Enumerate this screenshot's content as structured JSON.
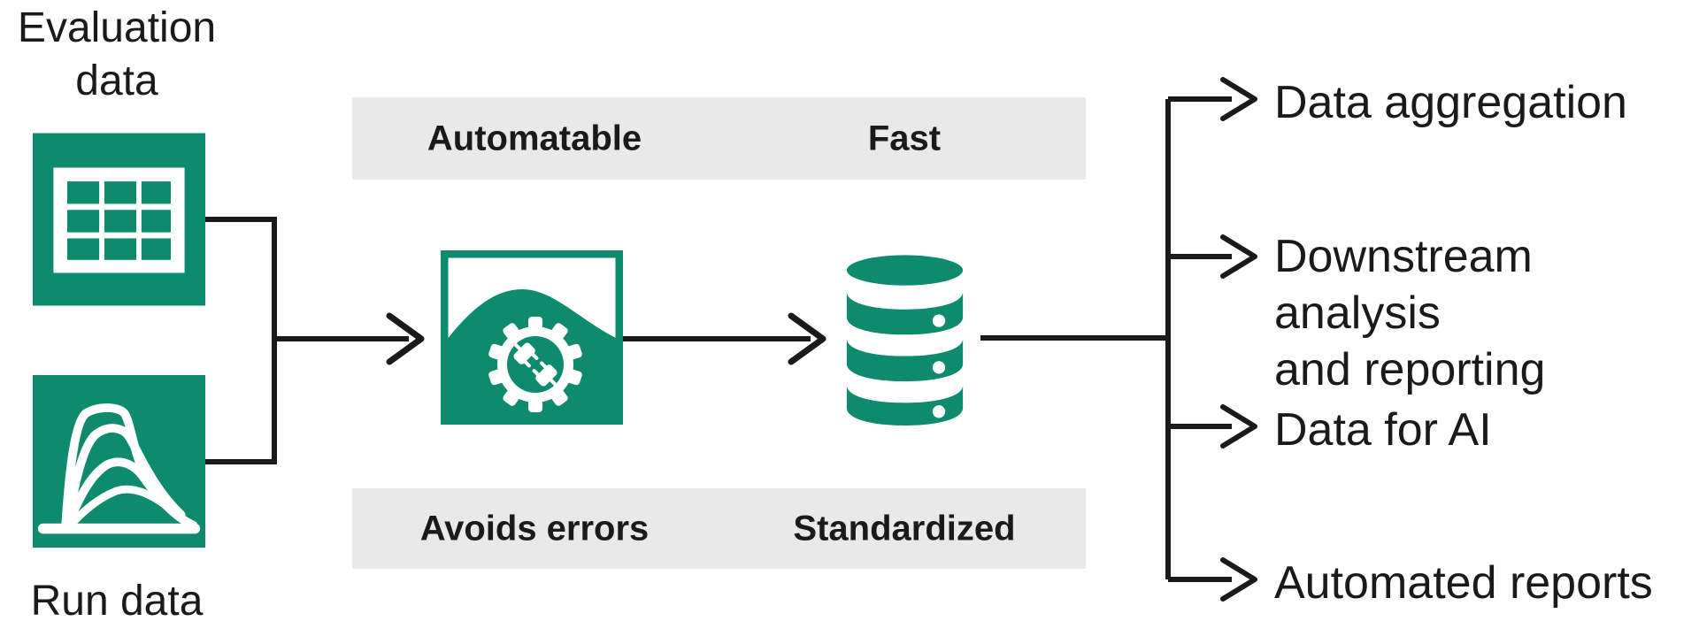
{
  "diagram": {
    "inputs": [
      {
        "label": "Evaluation\ndata",
        "icon": "table-data-icon"
      },
      {
        "label": "Run data",
        "icon": "run-curves-icon"
      }
    ],
    "process": {
      "icon": "gear-plug-connector-icon",
      "top_bar": {
        "left": "Automatable",
        "right": "Fast"
      },
      "bottom_bar": {
        "left": "Avoids errors",
        "right": "Standardized"
      }
    },
    "storage": {
      "icon": "database-icon"
    },
    "outputs": [
      "Data aggregation",
      "Downstream analysis\nand reporting",
      "Data for AI",
      "Automated reports"
    ]
  },
  "palette": {
    "green": "#0E8A6E",
    "bar_gray": "#E9E9E9",
    "line_black": "#1A1A1A",
    "text_black": "#1A1A1A",
    "icon_white": "#FFFFFF"
  }
}
